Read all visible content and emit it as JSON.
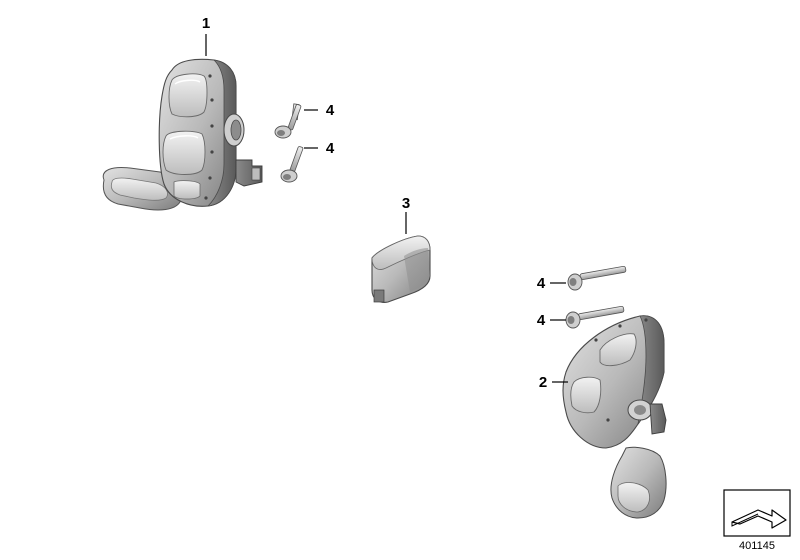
{
  "callouts": {
    "switch_left": "1",
    "switch_right": "2",
    "button_cap": "3",
    "screw_a": "4",
    "screw_b": "4",
    "screw_c": "4",
    "screw_d": "4"
  },
  "reference_number": "401145",
  "colors": {
    "part_light": "#d4d4d4",
    "part_mid": "#a9a9a9",
    "part_dark": "#6f6f6f",
    "outline": "#4a4a4a"
  },
  "icons": {
    "reference_box": "arrow-icon"
  }
}
